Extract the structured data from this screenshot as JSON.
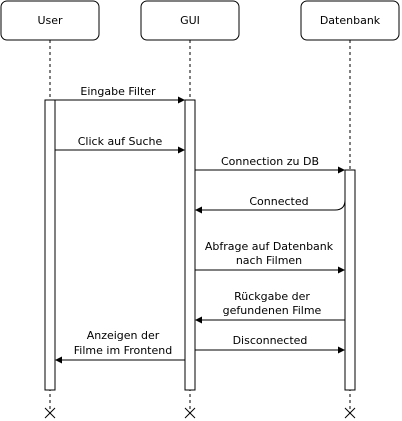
{
  "participants": [
    {
      "id": "user",
      "label": "User"
    },
    {
      "id": "gui",
      "label": "GUI"
    },
    {
      "id": "db",
      "label": "Datenbank"
    }
  ],
  "messages": [
    {
      "from": "user",
      "to": "gui",
      "lines": [
        "Eingabe Filter"
      ]
    },
    {
      "from": "user",
      "to": "gui",
      "lines": [
        "Click auf Suche"
      ]
    },
    {
      "from": "gui",
      "to": "db",
      "lines": [
        "Connection zu DB"
      ]
    },
    {
      "from": "db",
      "to": "gui",
      "lines": [
        "Connected"
      ]
    },
    {
      "from": "gui",
      "to": "db",
      "lines": [
        "Abfrage auf Datenbank",
        "nach Filmen"
      ]
    },
    {
      "from": "db",
      "to": "gui",
      "lines": [
        "Rückgabe der",
        "gefundenen Filme"
      ]
    },
    {
      "from": "gui",
      "to": "db",
      "lines": [
        "Disconnected"
      ]
    },
    {
      "from": "gui",
      "to": "user",
      "lines": [
        "Anzeigen der",
        "Filme im Frontend"
      ]
    }
  ]
}
